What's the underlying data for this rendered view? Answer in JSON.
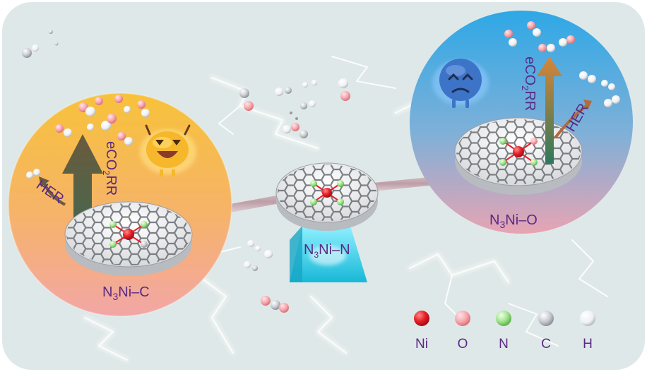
{
  "catalysts": {
    "left": {
      "prefix": "N",
      "sub": "3",
      "suffix": "Ni–C"
    },
    "center": {
      "prefix": "N",
      "sub": "3",
      "suffix": "Ni–N"
    },
    "right": {
      "prefix": "N",
      "sub": "3",
      "suffix": "Ni–O"
    }
  },
  "reactions": {
    "co2rr": {
      "prefix": "eCO",
      "sub": "2",
      "suffix": "RR"
    },
    "her": "HER"
  },
  "legend": [
    {
      "symbol": "Ni",
      "color": "#e8202a"
    },
    {
      "symbol": "O",
      "color": "#f6a7ad"
    },
    {
      "symbol": "N",
      "color": "#9fe38a"
    },
    {
      "symbol": "C",
      "color": "#b8bcc4"
    },
    {
      "symbol": "H",
      "color": "#f4f4f6"
    }
  ],
  "colors": {
    "background": "#dfe8e8",
    "left_sphere_top": "#f7c23a",
    "left_sphere_bottom": "#f2a6a6",
    "right_sphere_top": "#2ea8e6",
    "right_sphere_bottom": "#e7a4b3",
    "label": "#5a2a86",
    "base": "#3fd0e6"
  },
  "mascots": {
    "happy": "happy-face-icon",
    "sad": "sad-face-icon"
  }
}
